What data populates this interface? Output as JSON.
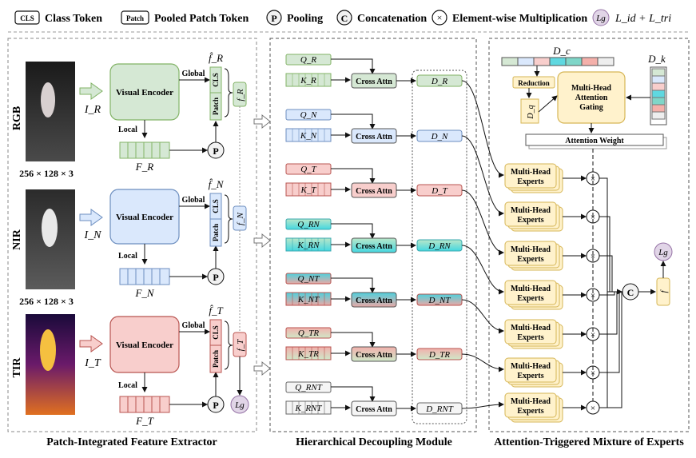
{
  "legend": {
    "cls_chip": "CLS",
    "cls_label": "Class Token",
    "patch_chip": "Patch",
    "patch_label": "Pooled Patch Token",
    "pool_symbol": "P",
    "pool_label": "Pooling",
    "concat_symbol": "C",
    "concat_label": "Concatenation",
    "mult_symbol": "×",
    "mult_label": "Element-wise Multiplication",
    "loss_symbol": "Lg",
    "loss_formula": "L_id + L_tri"
  },
  "extractor": {
    "title": "Patch-Integrated Feature Extractor",
    "size_label_1": "256 × 128 × 3",
    "size_label_2": "256 × 128 × 3",
    "encoder_label": "Visual Encoder",
    "global_label": "Global",
    "local_label": "Local",
    "cls_text": "CLS",
    "patch_text": "Patch",
    "pool_text": "P",
    "loss_text": "Lg",
    "rows": [
      {
        "modality": "RGB",
        "input": "I_R",
        "feature": "F_R",
        "fhat": "f̂_R",
        "f": "f_R"
      },
      {
        "modality": "NIR",
        "input": "I_N",
        "feature": "F_N",
        "fhat": "f̂_N",
        "f": "f_N"
      },
      {
        "modality": "TIR",
        "input": "I_T",
        "feature": "F_T",
        "fhat": "f̂_T",
        "f": "f_T"
      }
    ]
  },
  "decoupling": {
    "title": "Hierarchical Decoupling Module",
    "cross_attn": "Cross Attn",
    "rows": [
      {
        "q": "Q_R",
        "k": "K_R",
        "d": "D_R"
      },
      {
        "q": "Q_N",
        "k": "K_N",
        "d": "D_N"
      },
      {
        "q": "Q_T",
        "k": "K_T",
        "d": "D_T"
      },
      {
        "q": "Q_RN",
        "k": "K_RN",
        "d": "D_RN"
      },
      {
        "q": "Q_NT",
        "k": "K_NT",
        "d": "D_NT"
      },
      {
        "q": "Q_TR",
        "k": "K_TR",
        "d": "D_TR"
      },
      {
        "q": "Q_RNT",
        "k": "K_RNT",
        "d": "D_RNT"
      }
    ]
  },
  "moe": {
    "title": "Attention-Triggered Mixture of Experts",
    "dc_label": "D_c",
    "dk_label": "D_k",
    "dq_label": "D_q",
    "reduction": "Reduction",
    "gating_line1": "Multi-Head",
    "gating_line2": "Attention",
    "gating_line3": "Gating",
    "attention_weight": "Attention Weight",
    "expert_line1": "Multi-Head",
    "expert_line2": "Experts",
    "concat_text": "C",
    "f_text": "f",
    "loss_text": "Lg"
  },
  "colors": {
    "rgb_green": "#d5e8d4",
    "rgb_green_edge": "#82b366",
    "nir_blue": "#dae8fc",
    "nir_blue_edge": "#6c8ebf",
    "tir_red": "#f8cecc",
    "tir_red_edge": "#b85450",
    "expert_yellow": "#fff2cc",
    "expert_yellow_edge": "#d6b656",
    "loss_purple": "#e1d5e7"
  }
}
